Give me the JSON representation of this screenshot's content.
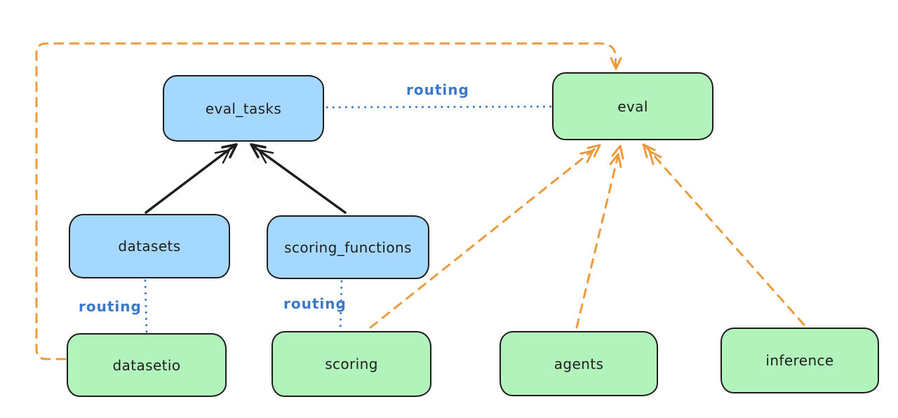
{
  "diagram": {
    "nodes": {
      "eval_tasks": {
        "label": "eval_tasks",
        "fill": "#a5d8ff"
      },
      "datasets": {
        "label": "datasets",
        "fill": "#a5d8ff"
      },
      "scoring_functions": {
        "label": "scoring_functions",
        "fill": "#a5d8ff"
      },
      "eval": {
        "label": "eval",
        "fill": "#b2f2bb"
      },
      "datasetio": {
        "label": "datasetio",
        "fill": "#b2f2bb"
      },
      "scoring": {
        "label": "scoring",
        "fill": "#b2f2bb"
      },
      "agents": {
        "label": "agents",
        "fill": "#b2f2bb"
      },
      "inference": {
        "label": "inference",
        "fill": "#b2f2bb"
      }
    },
    "labels": {
      "routing_top": "routing",
      "routing_datasets": "routing",
      "routing_scoring": "routing"
    },
    "colors": {
      "box_stroke": "#1e1e1e",
      "blue_fill": "#a5d8ff",
      "green_fill": "#b2f2bb",
      "routing_blue": "#3b78c8",
      "arrow_black": "#1e1e1e",
      "arrow_orange": "#eb9b3d",
      "background": "#ffffff"
    },
    "edges": [
      {
        "from": "datasets",
        "to": "eval_tasks",
        "style": "solid",
        "arrow": true,
        "color": "black"
      },
      {
        "from": "scoring_functions",
        "to": "eval_tasks",
        "style": "solid",
        "arrow": true,
        "color": "black"
      },
      {
        "from": "eval_tasks",
        "to": "eval",
        "style": "dotted",
        "arrow": false,
        "color": "blue",
        "label": "routing"
      },
      {
        "from": "datasets",
        "to": "datasetio",
        "style": "dotted",
        "arrow": false,
        "color": "blue",
        "label": "routing"
      },
      {
        "from": "scoring_functions",
        "to": "scoring",
        "style": "dotted",
        "arrow": false,
        "color": "blue",
        "label": "routing"
      },
      {
        "from": "datasetio",
        "to": "eval",
        "style": "dashed",
        "arrow": true,
        "color": "orange"
      },
      {
        "from": "scoring",
        "to": "eval",
        "style": "dashed",
        "arrow": true,
        "color": "orange"
      },
      {
        "from": "agents",
        "to": "eval",
        "style": "dashed",
        "arrow": true,
        "color": "orange"
      },
      {
        "from": "inference",
        "to": "eval",
        "style": "dashed",
        "arrow": true,
        "color": "orange"
      }
    ]
  }
}
